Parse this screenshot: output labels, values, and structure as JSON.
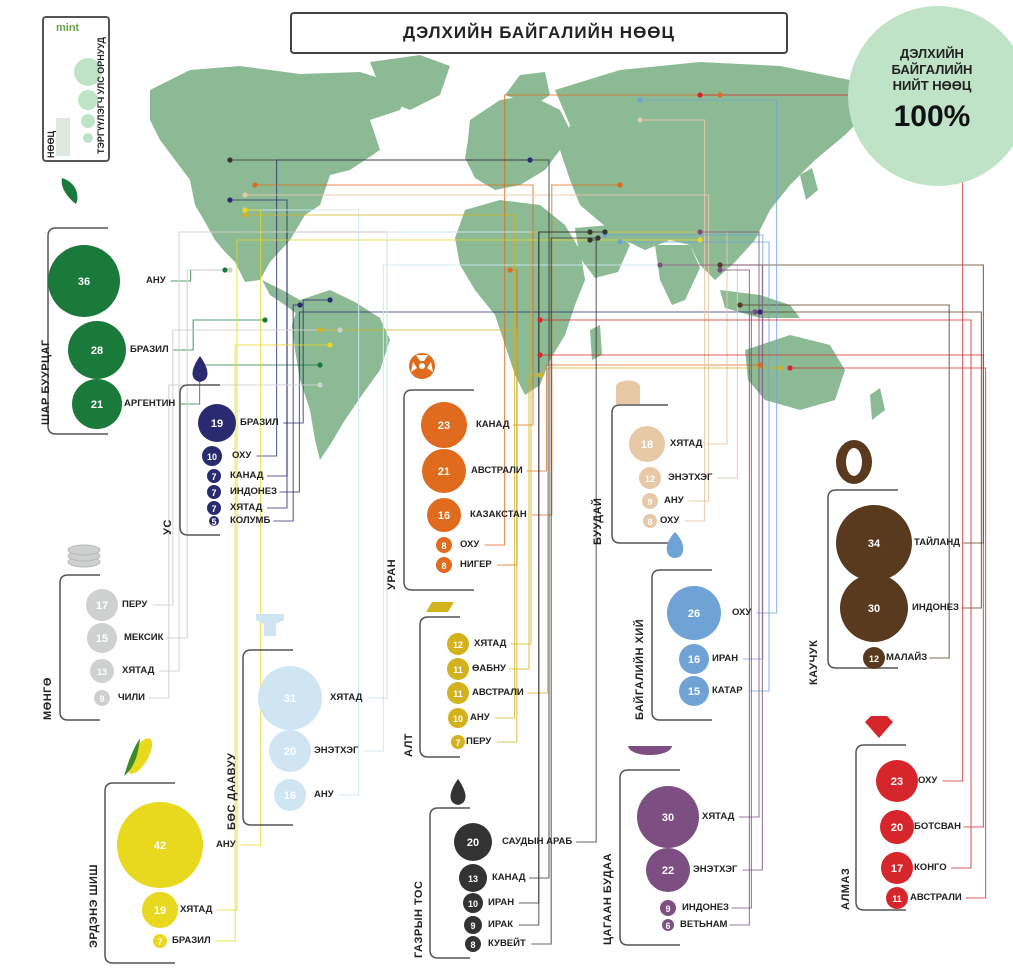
{
  "title": "ДЭЛХИЙН БАЙГАЛИЙН НӨӨЦ",
  "total": {
    "label": "ДЭЛХИЙН БАЙГАЛИЙН НИЙТ НӨӨЦ",
    "value": "100%"
  },
  "legend": {
    "logo": "mint",
    "reserve_label": "НӨӨЦ",
    "countries_label": "ТЭРГҮҮЛЭГЧ УЛС ОРНУУД"
  },
  "colors": {
    "map": "#7fb38a",
    "soy": "#1a7a3a",
    "water": "#2a2a70",
    "uranium": "#e06a1e",
    "wheat": "#e7c9a8",
    "rubber": "#5a3a1e",
    "silver": "#cfd0d0",
    "cotton": "#cfe6f2",
    "gold": "#d4b21e",
    "gas": "#6fa3d6",
    "corn": "#e8d81e",
    "oil": "#333333",
    "rice": "#7d4e82",
    "diamond": "#d6262b"
  },
  "groups": [
    {
      "id": "soy",
      "label": "ШАР БУУРЦАГ",
      "icon": "soybean-icon",
      "color": "#1a7a3a",
      "items": [
        {
          "country": "АНУ",
          "value": "36"
        },
        {
          "country": "БРАЗИЛ",
          "value": "28"
        },
        {
          "country": "АРГЕНТИН",
          "value": "21"
        }
      ]
    },
    {
      "id": "water",
      "label": "УС",
      "icon": "water-drop-icon",
      "color": "#2a2a70",
      "items": [
        {
          "country": "БРАЗИЛ",
          "value": "19"
        },
        {
          "country": "ОХУ",
          "value": "10"
        },
        {
          "country": "КАНАД",
          "value": "7"
        },
        {
          "country": "ИНДОНЕЗ",
          "value": "7"
        },
        {
          "country": "ХЯТАД",
          "value": "7"
        },
        {
          "country": "КОЛУМБ",
          "value": "5"
        }
      ]
    },
    {
      "id": "uranium",
      "label": "УРАН",
      "icon": "radiation-icon",
      "color": "#e06a1e",
      "items": [
        {
          "country": "КАНАД",
          "value": "23"
        },
        {
          "country": "АВСТРАЛИ",
          "value": "21"
        },
        {
          "country": "КАЗАКСТАН",
          "value": "16"
        },
        {
          "country": "ОХУ",
          "value": "8"
        },
        {
          "country": "НИГЕР",
          "value": "8"
        }
      ]
    },
    {
      "id": "wheat",
      "label": "БУУДАЙ",
      "icon": "bread-icon",
      "color": "#e7c9a8",
      "items": [
        {
          "country": "ХЯТАД",
          "value": "18"
        },
        {
          "country": "ЭНЭТХЭГ",
          "value": "12"
        },
        {
          "country": "АНУ",
          "value": "9"
        },
        {
          "country": "ОХУ",
          "value": "8"
        }
      ]
    },
    {
      "id": "rubber",
      "label": "КАУЧУК",
      "icon": "tire-icon",
      "color": "#5a3a1e",
      "items": [
        {
          "country": "ТАЙЛАНД",
          "value": "34"
        },
        {
          "country": "ИНДОНЕЗ",
          "value": "30"
        },
        {
          "country": "МАЛАЙЗ",
          "value": "12"
        }
      ]
    },
    {
      "id": "silver",
      "label": "МӨНГӨ",
      "icon": "coins-icon",
      "color": "#cfd0d0",
      "items": [
        {
          "country": "ПЕРУ",
          "value": "17"
        },
        {
          "country": "МЕКСИК",
          "value": "15"
        },
        {
          "country": "ХЯТАД",
          "value": "13"
        },
        {
          "country": "ЧИЛИ",
          "value": "9"
        }
      ]
    },
    {
      "id": "cotton",
      "label": "БӨС ДААВУУ",
      "icon": "cotton-spool-icon",
      "color": "#cfe6f2",
      "items": [
        {
          "country": "ХЯТАД",
          "value": "31"
        },
        {
          "country": "ЭНЭТХЭГ",
          "value": "20"
        },
        {
          "country": "АНУ",
          "value": "16"
        }
      ]
    },
    {
      "id": "gold",
      "label": "АЛТ",
      "icon": "gold-bar-icon",
      "color": "#d4b21e",
      "items": [
        {
          "country": "ХЯТАД",
          "value": "12"
        },
        {
          "country": "ӨАБНУ",
          "value": "11"
        },
        {
          "country": "АВСТРАЛИ",
          "value": "11"
        },
        {
          "country": "АНУ",
          "value": "10"
        },
        {
          "country": "ПЕРУ",
          "value": "7"
        }
      ]
    },
    {
      "id": "gas",
      "label": "БАЙГАЛИЙН ХИЙ",
      "icon": "flame-icon",
      "color": "#6fa3d6",
      "items": [
        {
          "country": "ОХУ",
          "value": "26"
        },
        {
          "country": "ИРАН",
          "value": "16"
        },
        {
          "country": "КАТАР",
          "value": "15"
        }
      ]
    },
    {
      "id": "corn",
      "label": "ЭРДЭНЭ ШИШ",
      "icon": "corn-icon",
      "color": "#e8d81e",
      "items": [
        {
          "country": "АНУ",
          "value": "42"
        },
        {
          "country": "ХЯТАД",
          "value": "19"
        },
        {
          "country": "БРАЗИЛ",
          "value": "7"
        }
      ]
    },
    {
      "id": "oil",
      "label": "ГАЗРЫН ТОС",
      "icon": "oil-drop-icon",
      "color": "#333333",
      "items": [
        {
          "country": "САУДЫН АРАБ",
          "value": "20"
        },
        {
          "country": "КАНАД",
          "value": "13"
        },
        {
          "country": "ИРАН",
          "value": "10"
        },
        {
          "country": "ИРАК",
          "value": "9"
        },
        {
          "country": "КУВЕЙТ",
          "value": "8"
        }
      ]
    },
    {
      "id": "rice",
      "label": "ЦАГААН БУДАА",
      "icon": "rice-bowl-icon",
      "color": "#7d4e82",
      "items": [
        {
          "country": "ХЯТАД",
          "value": "30"
        },
        {
          "country": "ЭНЭТХЭГ",
          "value": "22"
        },
        {
          "country": "ИНДОНЕЗ",
          "value": "9"
        },
        {
          "country": "ВЕТЬНАМ",
          "value": "6"
        }
      ]
    },
    {
      "id": "diamond",
      "label": "АЛМАЗ",
      "icon": "diamond-icon",
      "color": "#d6262b",
      "items": [
        {
          "country": "ОХУ",
          "value": "23"
        },
        {
          "country": "БОТСВАН",
          "value": "20"
        },
        {
          "country": "КОНГО",
          "value": "17"
        },
        {
          "country": "АВСТРАЛИ",
          "value": "11"
        }
      ]
    }
  ]
}
